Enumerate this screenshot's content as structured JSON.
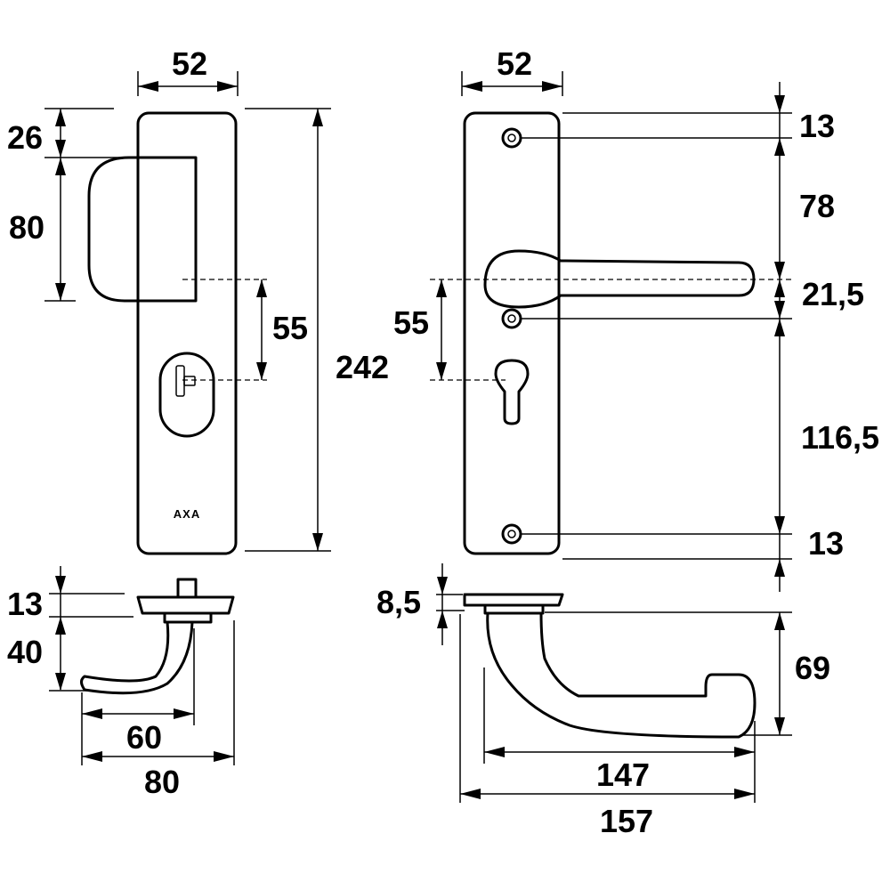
{
  "brand": "AXA",
  "left_view": {
    "plate_width": "52",
    "top_to_cover": "26",
    "cover_height": "80",
    "spindle_to_cylinder": "55",
    "plate_height": "242",
    "rose_thickness": "13",
    "handle_drop": "40",
    "handle_reach": "60",
    "overall_projection": "80"
  },
  "right_view": {
    "plate_width": "52",
    "top_screw": "13",
    "screw_to_spindle": "78",
    "spindle_to_screw": "21,5",
    "screw_to_bottom_screw": "116,5",
    "bottom_screw": "13",
    "spindle_to_cylinder": "55",
    "rose_thickness": "8,5",
    "handle_drop": "69",
    "handle_length": "147",
    "overall_length": "157"
  }
}
